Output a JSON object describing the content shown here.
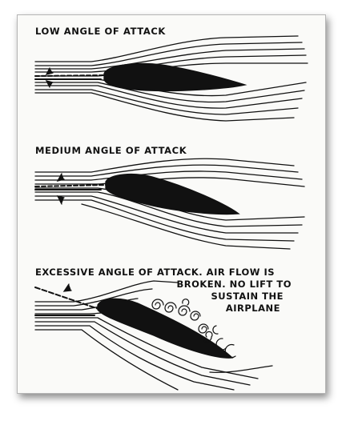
{
  "panels": {
    "low": {
      "title": "LOW ANGLE OF ATTACK"
    },
    "medium": {
      "title": "MEDIUM ANGLE OF ATTACK"
    },
    "excessive": {
      "line1": "EXCESSIVE ANGLE OF ATTACK. AIR FLOW IS",
      "line2": "BROKEN. NO LIFT TO",
      "line3": "SUSTAIN THE",
      "line4": "AIRPLANE"
    }
  },
  "colors": {
    "ink": "#111111",
    "paper": "#fafaf8"
  }
}
